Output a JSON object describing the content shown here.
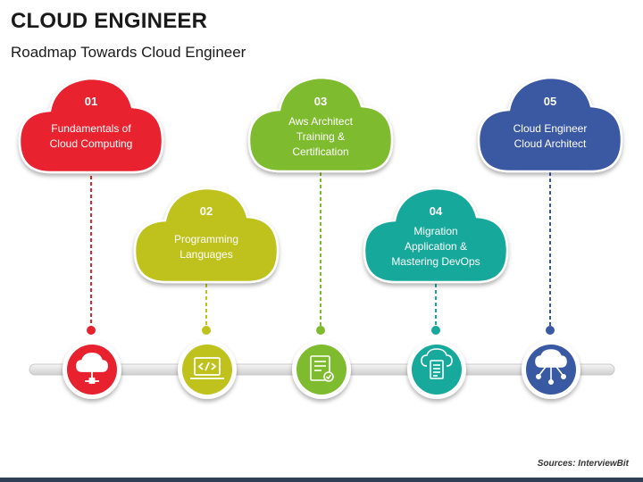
{
  "title": "CLOUD ENGINEER",
  "subtitle": "Roadmap Towards Cloud Engineer",
  "source": "Sources: InterviewBit",
  "colors": {
    "step1": "#e8212f",
    "step2": "#bfc21c",
    "step3": "#7fbb2e",
    "step4": "#17a99b",
    "step5": "#3a59a3",
    "track": "#e4e4e4"
  },
  "steps": [
    {
      "number": "01",
      "lines": [
        "Fundamentals of",
        "Cloud Computing"
      ],
      "icon": "cloud-network-icon"
    },
    {
      "number": "02",
      "lines": [
        "Programming",
        "Languages"
      ],
      "icon": "laptop-code-icon"
    },
    {
      "number": "03",
      "lines": [
        "Aws Architect",
        "Training &",
        "Certification"
      ],
      "icon": "certificate-icon"
    },
    {
      "number": "04",
      "lines": [
        "Migration",
        "Application &",
        "Mastering DevOps"
      ],
      "icon": "cloud-document-icon"
    },
    {
      "number": "05",
      "lines": [
        "Cloud Engineer",
        "Cloud Architect"
      ],
      "icon": "cloud-connections-icon"
    }
  ]
}
